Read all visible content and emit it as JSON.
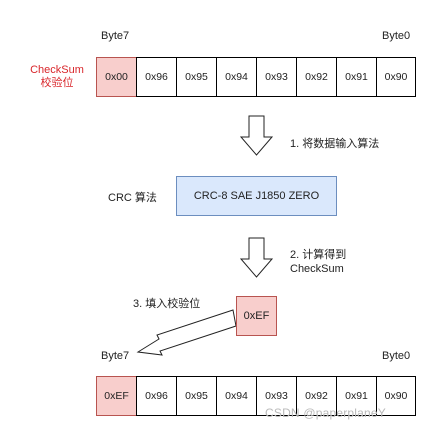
{
  "top": {
    "byte_high": "Byte7",
    "byte_low": "Byte0",
    "checksum_label": "CheckSum",
    "checksum_sub": "校验位",
    "cells": [
      "0x00",
      "0x96",
      "0x95",
      "0x94",
      "0x93",
      "0x92",
      "0x91",
      "0x90"
    ]
  },
  "step1": {
    "text": "1. 将数据输入算法"
  },
  "crc": {
    "label": "CRC 算法",
    "algorithm": "CRC-8 SAE J1850 ZERO"
  },
  "step2": {
    "line1": "2. 计算得到",
    "line2": "CheckSum"
  },
  "step3": {
    "text": "3. 填入校验位"
  },
  "result_value": "0xEF",
  "bottom": {
    "byte_high": "Byte7",
    "byte_low": "Byte0",
    "cells": [
      "0xEF",
      "0x96",
      "0x95",
      "0x94",
      "0x93",
      "0x92",
      "0x91",
      "0x90"
    ]
  },
  "watermark": "CSDN @paperplaneY",
  "colors": {
    "checksum_fill": "#f8cecc",
    "checksum_stroke": "#b85450",
    "crc_fill": "#dae8fc",
    "crc_stroke": "#6c8ebf",
    "label_red": "#d9262b"
  }
}
